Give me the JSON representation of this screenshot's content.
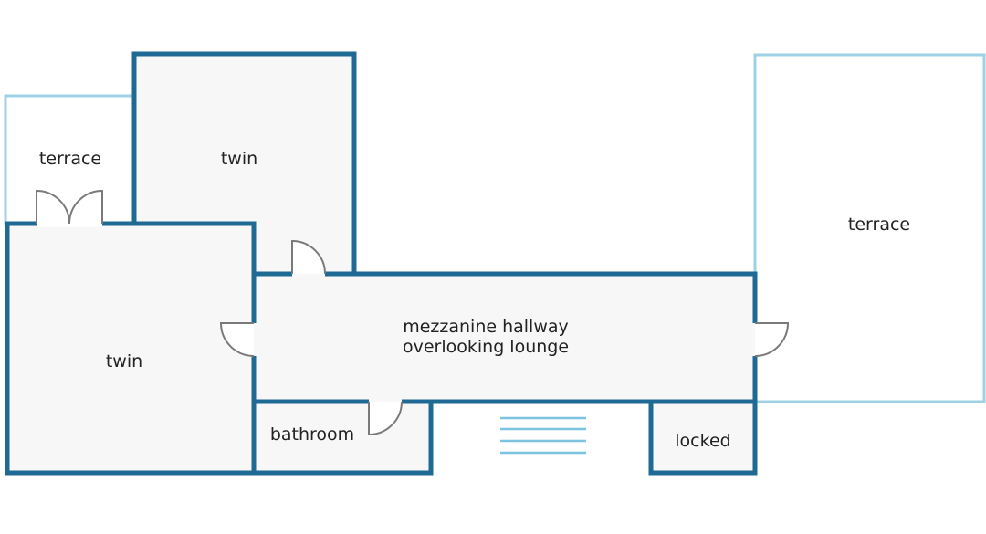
{
  "rooms": {
    "terrace_left": "terrace",
    "twin_top": "twin",
    "twin_left": "twin",
    "hallway_line1": "mezzanine hallway",
    "hallway_line2": "overlooking lounge",
    "bathroom": "bathroom",
    "locked": "locked",
    "terrace_right": "terrace"
  },
  "colors": {
    "wall": "#1f6a94",
    "terrace_outline": "#9fd1e6",
    "room_fill": "#f7f7f7",
    "door": "#7a7a7a",
    "stairs": "#7cc4e0"
  }
}
